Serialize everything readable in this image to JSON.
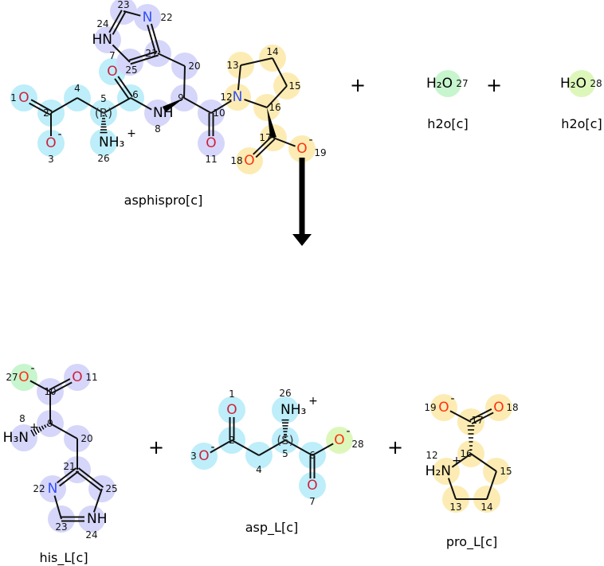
{
  "reaction": {
    "plus": "+",
    "colors": {
      "cyan": "#bdeefa",
      "purple": "#d6d6fa",
      "yellow": "#fcecb4",
      "green": "#c6f5ce",
      "lime": "#ddf7bb",
      "O": "#d0203c",
      "N": "#3050f8",
      "Ored": "#ff3010",
      "H": "#000000"
    },
    "reactants": [
      {
        "name": "asphispro[c]",
        "atoms": [
          {
            "num": "1",
            "symbol": "O",
            "hl": "cyan"
          },
          {
            "num": "2",
            "symbol": "",
            "hl": "cyan"
          },
          {
            "num": "3",
            "symbol": "O",
            "charge": "-",
            "hl": "cyan"
          },
          {
            "num": "4",
            "symbol": "",
            "hl": "cyan"
          },
          {
            "num": "5",
            "symbol": "",
            "stereo": "(R)",
            "hl": "cyan"
          },
          {
            "num": "26",
            "symbol": "NH₃",
            "charge": "+",
            "hl": "cyan"
          },
          {
            "num": "6",
            "symbol": "",
            "hl": "cyan"
          },
          {
            "num": "7",
            "symbol": "O",
            "hl": "cyan"
          },
          {
            "num": "8",
            "symbol": "NH",
            "hl": "purple"
          },
          {
            "num": "9",
            "symbol": "",
            "hl": "purple"
          },
          {
            "num": "20",
            "symbol": "",
            "hl": "purple"
          },
          {
            "num": "21",
            "symbol": "",
            "hl": "purple"
          },
          {
            "num": "22",
            "symbol": "N",
            "hl": "purple"
          },
          {
            "num": "23",
            "symbol": "",
            "hl": "purple"
          },
          {
            "num": "24",
            "symbol": "HN",
            "hl": "purple"
          },
          {
            "num": "25",
            "symbol": "",
            "hl": "purple"
          },
          {
            "num": "10",
            "symbol": "",
            "hl": "purple"
          },
          {
            "num": "11",
            "symbol": "O",
            "hl": "purple"
          },
          {
            "num": "12",
            "symbol": "N",
            "hl": "yellow"
          },
          {
            "num": "13",
            "symbol": "",
            "hl": "yellow"
          },
          {
            "num": "14",
            "symbol": "",
            "hl": "yellow"
          },
          {
            "num": "15",
            "symbol": "",
            "hl": "yellow"
          },
          {
            "num": "16",
            "symbol": "",
            "hl": "yellow"
          },
          {
            "num": "17",
            "symbol": "",
            "hl": "yellow"
          },
          {
            "num": "18",
            "symbol": "O",
            "hl": "yellow",
            "red": true
          },
          {
            "num": "19",
            "symbol": "O",
            "charge": "-",
            "hl": "yellow",
            "red": true
          }
        ]
      },
      {
        "name": "h2o[c]",
        "atoms": [
          {
            "num": "27",
            "symbol": "H₂O",
            "hl": "green",
            "red": true
          }
        ]
      },
      {
        "name": "h2o[c]",
        "atoms": [
          {
            "num": "28",
            "symbol": "H₂O",
            "hl": "lime",
            "red": true
          }
        ]
      }
    ],
    "products": [
      {
        "name": "his_L[c]",
        "atoms": [
          {
            "num": "27",
            "symbol": "O",
            "charge": "-",
            "hl": "green",
            "red": true
          },
          {
            "num": "10",
            "symbol": "",
            "hl": "purple"
          },
          {
            "num": "11",
            "symbol": "O",
            "hl": "purple"
          },
          {
            "num": "9",
            "symbol": "",
            "hl": "purple"
          },
          {
            "num": "8",
            "symbol": "H₃N",
            "charge": "+",
            "hl": "purple"
          },
          {
            "num": "20",
            "symbol": "",
            "hl": "purple"
          },
          {
            "num": "21",
            "symbol": "",
            "hl": "purple"
          },
          {
            "num": "22",
            "symbol": "N",
            "hl": "purple"
          },
          {
            "num": "23",
            "symbol": "",
            "hl": "purple"
          },
          {
            "num": "24",
            "symbol": "NH",
            "hl": "purple"
          },
          {
            "num": "25",
            "symbol": "",
            "hl": "purple"
          }
        ]
      },
      {
        "name": "asp_L[c]",
        "atoms": [
          {
            "num": "1",
            "symbol": "O",
            "hl": "cyan"
          },
          {
            "num": "2",
            "symbol": "",
            "hl": "cyan"
          },
          {
            "num": "3",
            "symbol": "O",
            "charge": "-",
            "hl": "cyan"
          },
          {
            "num": "4",
            "symbol": "",
            "hl": "cyan"
          },
          {
            "num": "5",
            "symbol": "",
            "stereo": "(S)",
            "hl": "cyan"
          },
          {
            "num": "26",
            "symbol": "NH₃",
            "charge": "+",
            "hl": "cyan"
          },
          {
            "num": "6",
            "symbol": "",
            "hl": "cyan"
          },
          {
            "num": "28",
            "symbol": "O",
            "charge": "-",
            "hl": "lime",
            "red": true
          },
          {
            "num": "7",
            "symbol": "O",
            "hl": "cyan"
          }
        ]
      },
      {
        "name": "pro_L[c]",
        "atoms": [
          {
            "num": "19",
            "symbol": "O",
            "charge": "-",
            "hl": "yellow",
            "red": true
          },
          {
            "num": "18",
            "symbol": "O",
            "hl": "yellow",
            "red": true
          },
          {
            "num": "17",
            "symbol": "",
            "hl": "yellow"
          },
          {
            "num": "16",
            "symbol": "",
            "hl": "yellow"
          },
          {
            "num": "12",
            "symbol": "H₂N",
            "charge": "+",
            "hl": "yellow"
          },
          {
            "num": "13",
            "symbol": "",
            "hl": "yellow"
          },
          {
            "num": "14",
            "symbol": "",
            "hl": "yellow"
          },
          {
            "num": "15",
            "symbol": "",
            "hl": "yellow"
          }
        ]
      }
    ]
  }
}
